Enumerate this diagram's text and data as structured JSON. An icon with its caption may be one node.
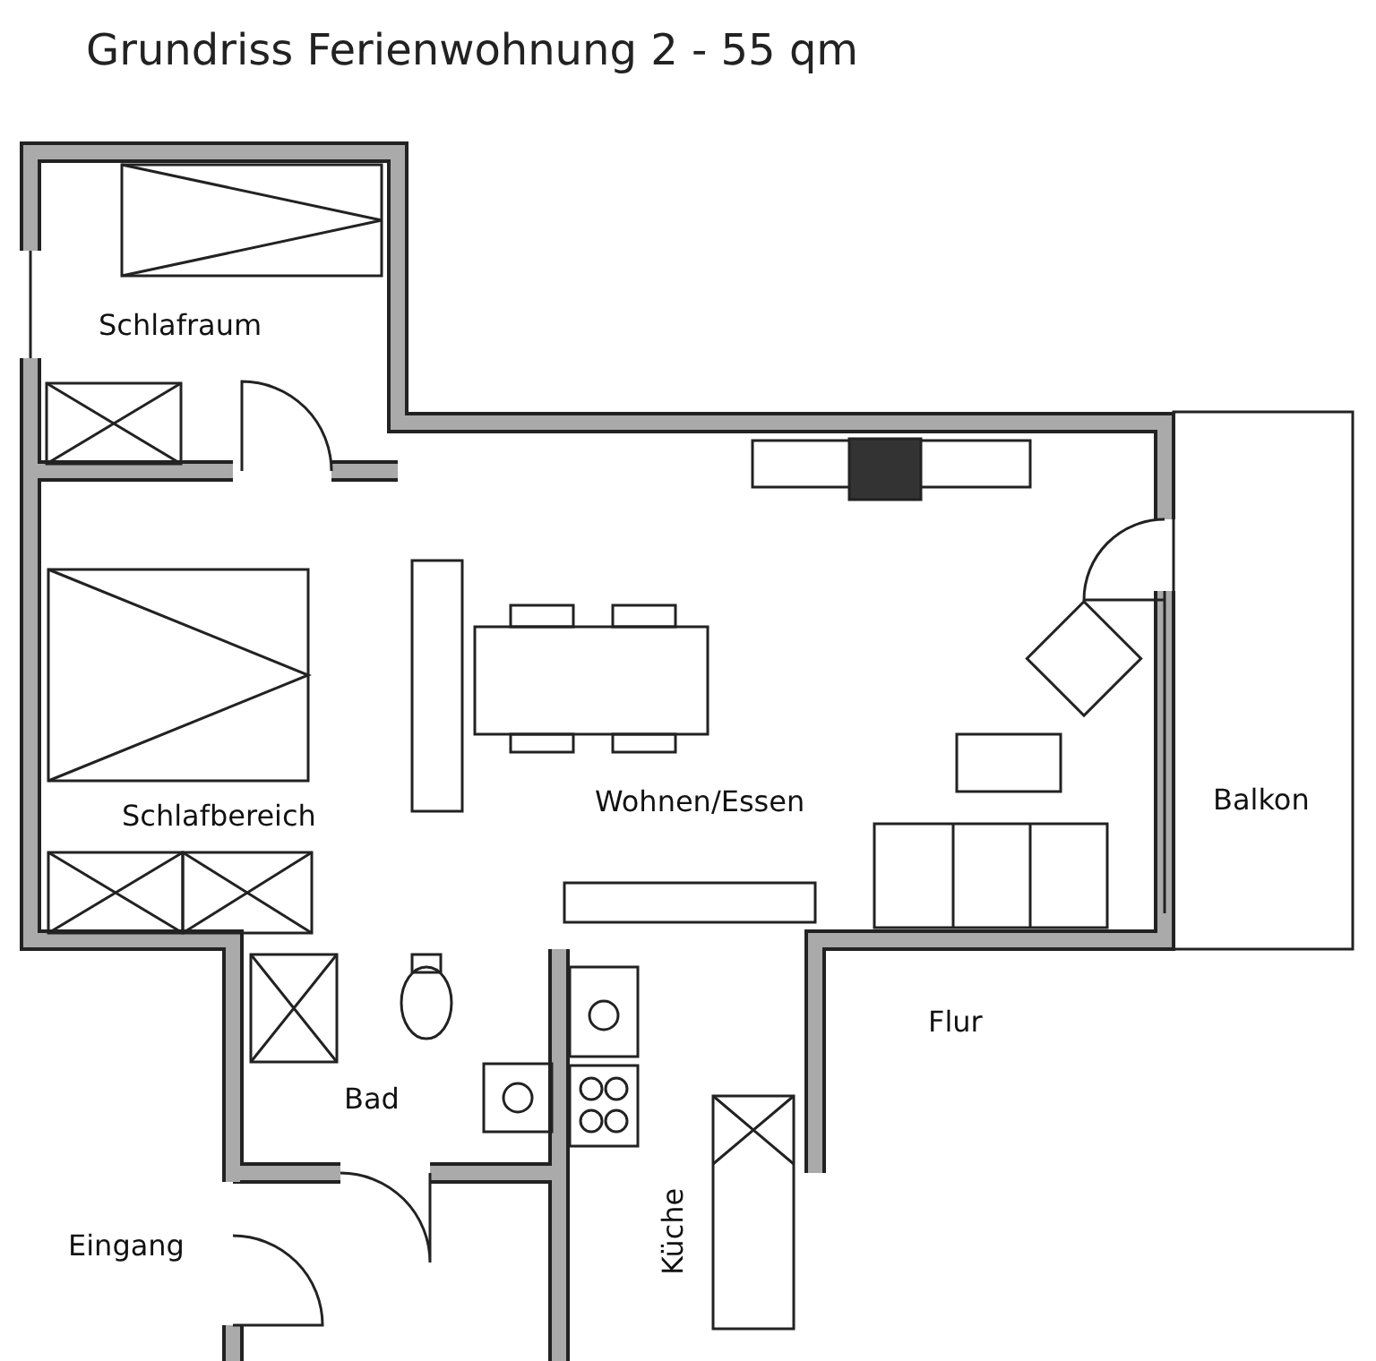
{
  "diagram": {
    "title": "Grundriss Ferienwohnung 2 - 55 qm",
    "labels": [
      "Schlafraum",
      "Schlafbereich",
      "Wohnen/Essen",
      "Balkon",
      "Flur",
      "Bad",
      "Küche",
      "Eingang"
    ]
  }
}
